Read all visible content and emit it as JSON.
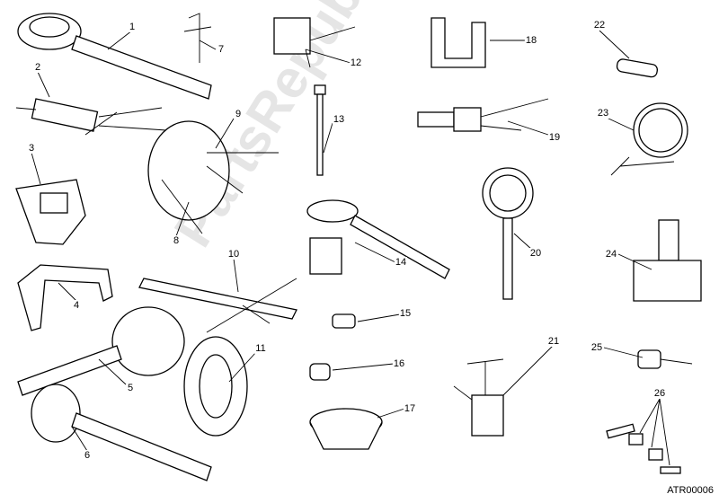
{
  "callouts": {
    "1": "1",
    "2": "2",
    "3": "3",
    "4": "4",
    "5": "5",
    "6": "6",
    "7": "7",
    "8": "8",
    "9": "9",
    "10": "10",
    "11": "11",
    "12": "12",
    "13": "13",
    "14": "14",
    "15": "15",
    "16": "16",
    "17": "17",
    "18": "18",
    "19": "19",
    "20": "20",
    "21": "21",
    "22": "22",
    "23": "23",
    "24": "24",
    "25": "25",
    "26": "26"
  },
  "diagram_code": "ATR00006",
  "watermark": "PartsRepublik"
}
